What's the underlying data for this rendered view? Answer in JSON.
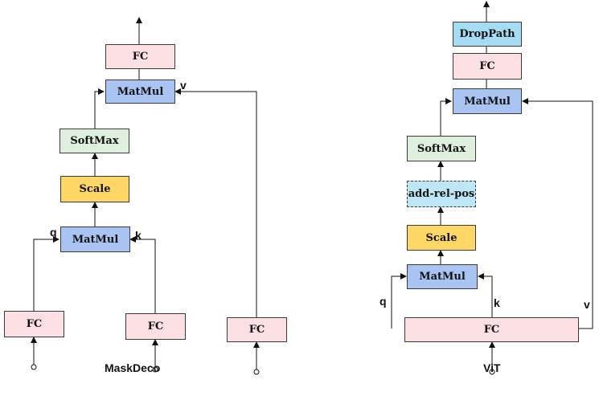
{
  "left": {
    "caption": "MaskDeco",
    "fc_top": "FC",
    "matmul_top": "MatMul",
    "softmax": "SoftMax",
    "scale": "Scale",
    "matmul_bottom": "MatMul",
    "fc_q": "FC",
    "fc_k": "FC",
    "fc_v": "FC",
    "label_q": "q",
    "label_k": "k",
    "label_v": "v"
  },
  "right": {
    "caption": "ViT",
    "droppath": "DropPath",
    "fc_top": "FC",
    "matmul_top": "MatMul",
    "softmax": "SoftMax",
    "add_rel_pos": "add-rel-pos",
    "scale": "Scale",
    "matmul_bottom": "MatMul",
    "fc_bottom": "FC",
    "label_q": "q",
    "label_k": "k",
    "label_v": "v"
  }
}
